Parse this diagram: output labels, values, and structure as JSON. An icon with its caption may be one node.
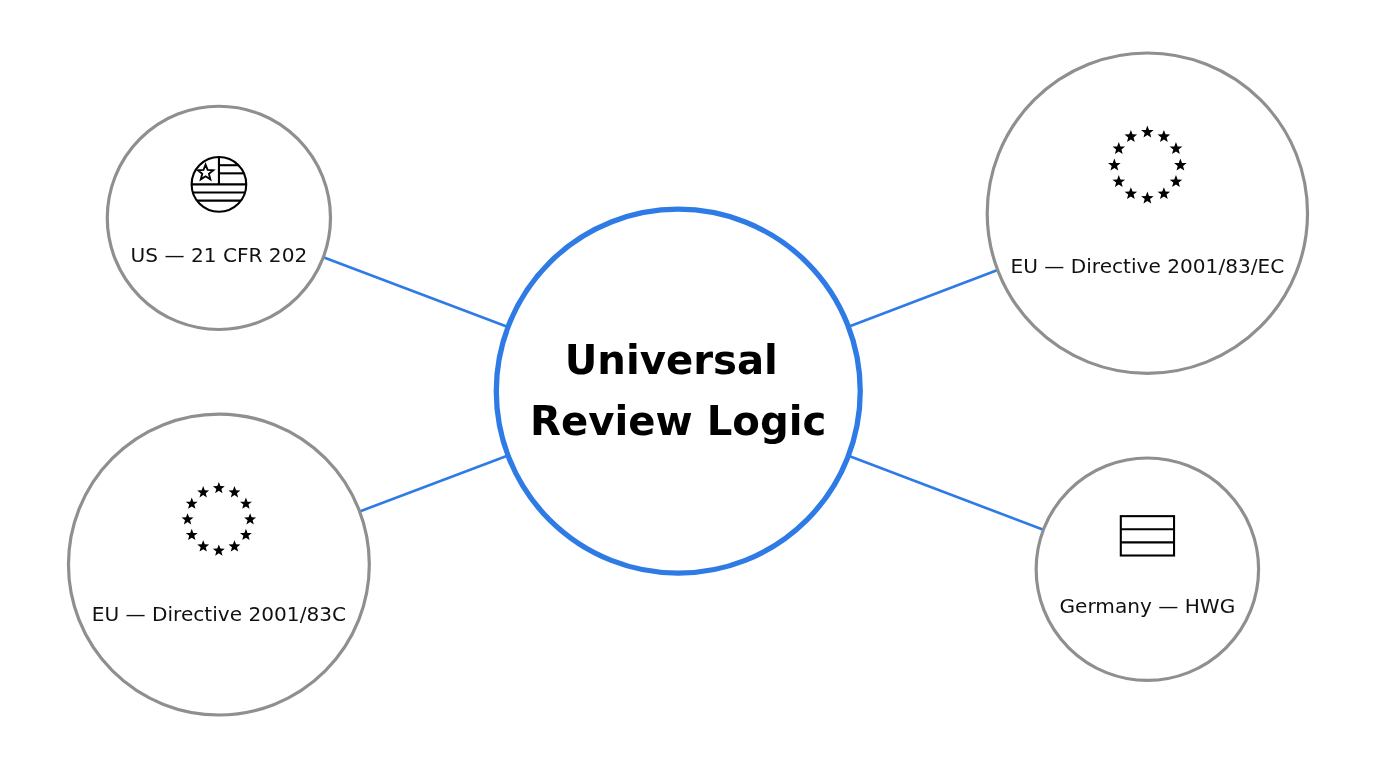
{
  "diagram": {
    "nodes": [
      {
        "text": [
          "US — 21 CFR 202"
        ]
      },
      {
        "text": [
          "EU — Directive 2001/83/EC"
        ]
      },
      {
        "text": [
          "Universal Review Logic"
        ]
      },
      {
        "text": [
          "EU — Directive 2001/83C"
        ]
      },
      {
        "text": [
          "Germany — HWG"
        ]
      }
    ],
    "edges": [
      {
        "from": 0,
        "to": 2,
        "arrow": "none"
      },
      {
        "from": 2,
        "to": 1,
        "arrow": "none"
      },
      {
        "from": 3,
        "to": 2,
        "arrow": "none"
      },
      {
        "from": 2,
        "to": 4,
        "arrow": "none"
      }
    ]
  }
}
